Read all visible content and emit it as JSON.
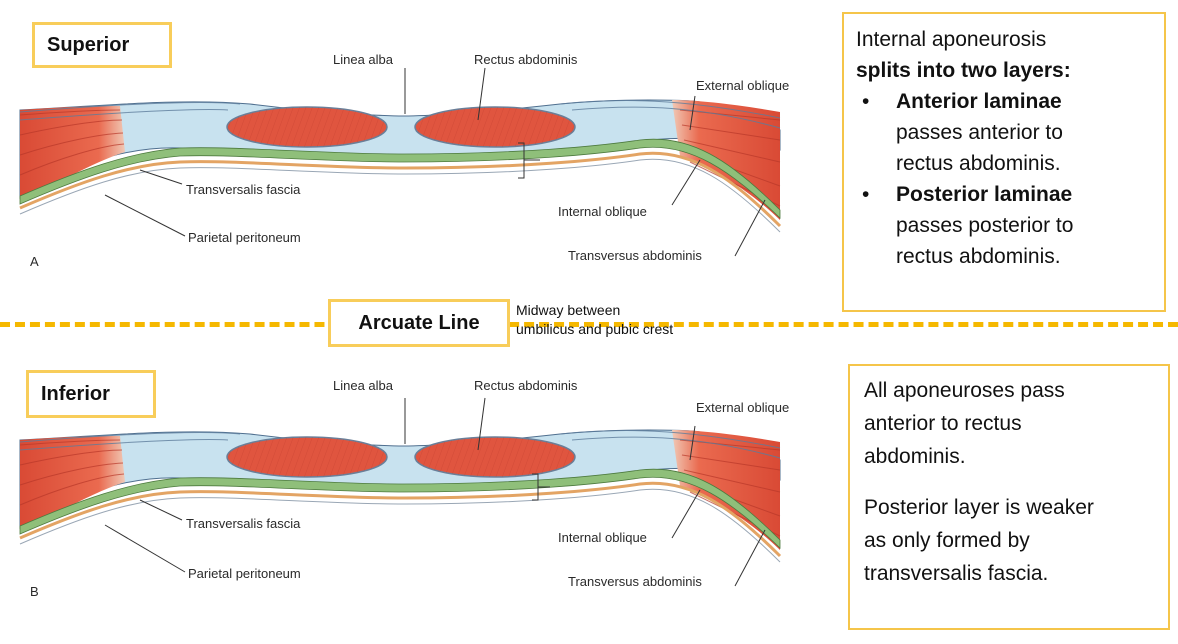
{
  "top_panel": {
    "tag": "Superior",
    "letter": "A",
    "labels": {
      "linea_alba": "Linea alba",
      "rectus": "Rectus abdominis",
      "external_oblique": "External oblique",
      "transversalis": "Transversalis fascia",
      "internal_oblique": "Internal oblique",
      "peritoneum": "Parietal peritoneum",
      "transversus": "Transversus abdominis"
    }
  },
  "bottom_panel": {
    "tag": "Inferior",
    "letter": "B",
    "labels": {
      "linea_alba": "Linea alba",
      "rectus": "Rectus abdominis",
      "external_oblique": "External oblique",
      "transversalis": "Transversalis fascia",
      "internal_oblique": "Internal oblique",
      "peritoneum": "Parietal peritoneum",
      "transversus": "Transversus abdominis"
    }
  },
  "divider": {
    "tag": "Arcuate Line",
    "note_line1": "Midway between",
    "note_line2": "umbilicus and pubic crest"
  },
  "superior_note": {
    "line1": "Internal aponeurosis",
    "line2": "splits into two layers:",
    "bullets": [
      {
        "title": "Anterior laminae",
        "text1": "passes anterior to",
        "text2": "rectus abdominis."
      },
      {
        "title": "Posterior laminae",
        "text1": "passes posterior to",
        "text2": "rectus abdominis."
      }
    ],
    "bullet_char": "•"
  },
  "inferior_note": {
    "lines": [
      "All aponeuroses pass",
      "anterior to rectus",
      "abdominis."
    ],
    "lines2": [
      "Posterior layer is weaker",
      "as only formed by",
      "transversalis fascia."
    ]
  },
  "colors": {
    "accent": "#f5c54a",
    "dash": "#f5b800",
    "muscle": "#e0553f",
    "fascia": "#c8e2ef",
    "green_layer": "#8fbf7a",
    "peritoneum": "#e7b67a"
  }
}
